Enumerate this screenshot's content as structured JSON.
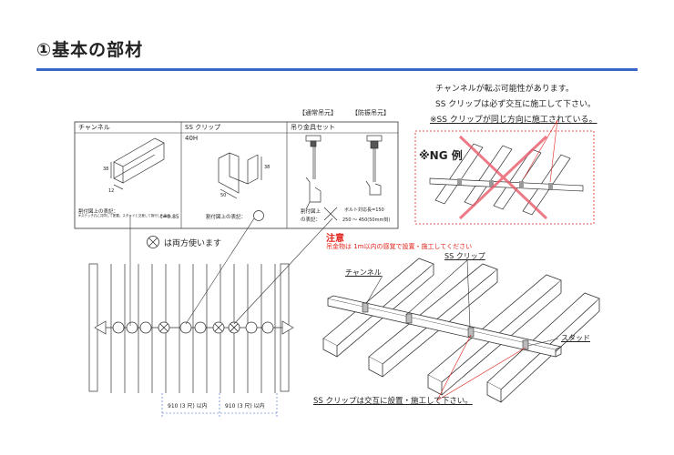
{
  "heading": "①基本の部材",
  "notes": {
    "line1": "チャンネルが転ぶ可能性があります。",
    "line2": "SS クリップは必ず交互に施工して下さい。",
    "line3": "※SS クリップが同じ方向に施工されている。"
  },
  "ng_label": "※NG 例",
  "table": {
    "hanger_types": {
      "normal": "【通常吊元】",
      "earthquake": "【防振吊元】"
    },
    "columns": [
      {
        "header": "チャンネル"
      },
      {
        "header": "SS クリップ",
        "sub": "40H"
      },
      {
        "header": "吊り金具セット"
      }
    ],
    "channel": {
      "dim_height": "38",
      "dim_width": "12",
      "notation_label": "割付図上の表記：",
      "notation_small": "※ステッチ孔に共同して配置。スタッドと交差して施行した後は。",
      "thickness": "t=0.85"
    },
    "clip": {
      "dim_height": "38",
      "dim_width": "50",
      "notation_label": "割付図上の表記："
    },
    "hanger": {
      "notation_label1": "割付図上",
      "notation_label2": "の表記：",
      "bolt_size": "ボルト対応長=150",
      "bolt_range": "250 ～ 450(50mm刻)"
    }
  },
  "legend": {
    "text": "は両方使います"
  },
  "caution": {
    "title": "注意",
    "text": "吊金物は 1m以内の感覚で設置・施工してください"
  },
  "plan": {
    "dim_left": "910 (3 尺) 以内",
    "dim_right": "910 (3 尺) 以内"
  },
  "iso": {
    "label_clip": "SS クリップ",
    "label_channel": "チャンネル",
    "label_stud": "スタッド",
    "footer": "SS クリップは交互に設置・施工して下さい。"
  },
  "colors": {
    "accent": "#3a64c8",
    "warning": "#e0231b",
    "ng_cross": "#e85a6a"
  }
}
